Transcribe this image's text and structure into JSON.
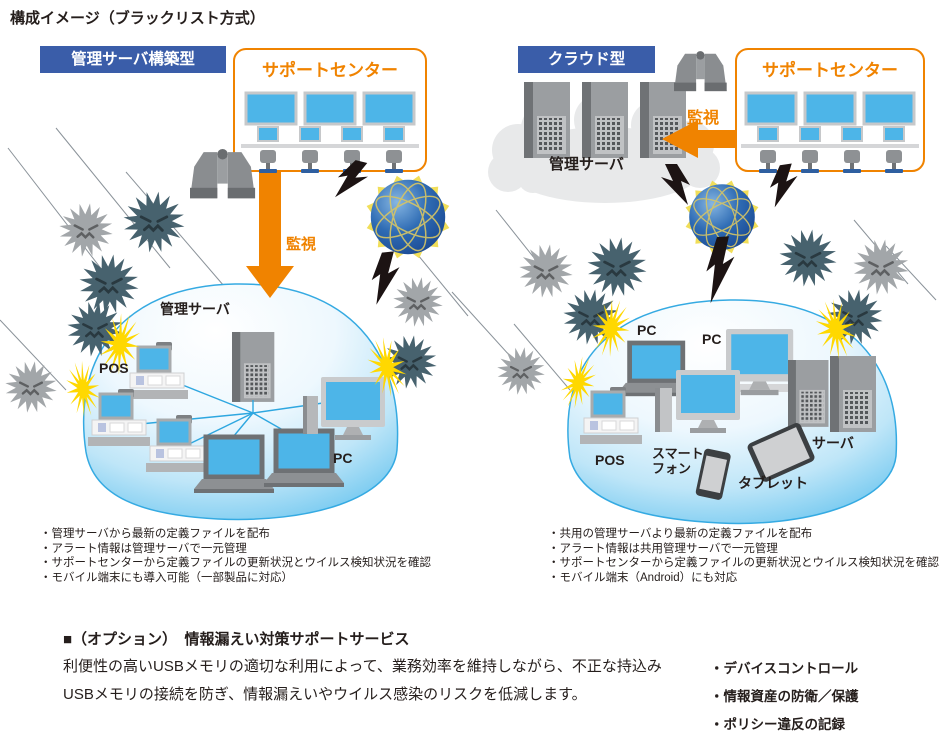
{
  "title": "構成イメージ（ブラックリスト方式）",
  "left": {
    "type_label": "管理サーバ構築型",
    "support_center_label": "サポートセンター",
    "monitor_arrow_label": "監視",
    "dome": {
      "server_label": "管理サーバ",
      "pos_label": "POS",
      "pc_label": "PC"
    },
    "bullets": [
      "・管理サーバから最新の定義ファイルを配布",
      "・アラート情報は管理サーバで一元管理",
      "・サポートセンターから定義ファイルの更新状況とウイルス検知状況を確認",
      "・モバイル端末にも導入可能（一部製品に対応）"
    ]
  },
  "right": {
    "type_label": "クラウド型",
    "support_center_label": "サポートセンター",
    "monitor_arrow_label": "監視",
    "cloud_label": "管理サーバ",
    "dome": {
      "pc_label_1": "PC",
      "pc_label_2": "PC",
      "pos_label": "POS",
      "smartphone_label": "スマート\nフォン",
      "tablet_label": "タブレット",
      "server_label": "サーバ"
    },
    "bullets": [
      "・共用の管理サーバより最新の定義ファイルを配布",
      "・アラート情報は共用管理サーバで一元管理",
      "・サポートセンターから定義ファイルの更新状況とウイルス検知状況を確認",
      "・モバイル端末（Android）にも対応"
    ]
  },
  "option_section": {
    "heading": "■（オプション）　情報漏えい対策サポートサービス",
    "body": "利便性の高いUSBメモリの適切な利用によって、業務効率を維持しながら、不正な持込み\nUSBメモリの接続を防ぎ、情報漏えいやウイルス感染のリスクを低減します。",
    "bullets": [
      "・デバイスコントロール",
      "・情報資産の防衛／保護",
      "・ポリシー違反の記録"
    ]
  },
  "icons": {
    "binoculars_icon": "gray binoculars (monitoring)",
    "virus_icon": "spiked star ball with angry face",
    "burst_icon": "yellow blocked-explosion star",
    "globe_icon": "blue wireframe internet globe",
    "lightning_icon": "black lightning bolt",
    "monitor_icon": "blue screen monitor",
    "chair_icon": "operator chair",
    "arrow_icon": "orange monitoring arrow"
  },
  "colors": {
    "accent_blue": "#3a5da9",
    "accent_orange": "#f08300",
    "screen_blue": "#4db5e8",
    "dome_edge_blue": "#35aae2",
    "virus_dark": "#47626e",
    "virus_gray": "#a2a6a9",
    "burst_yellow": "#ffd800",
    "cloud_gray": "#e8e9ea"
  }
}
